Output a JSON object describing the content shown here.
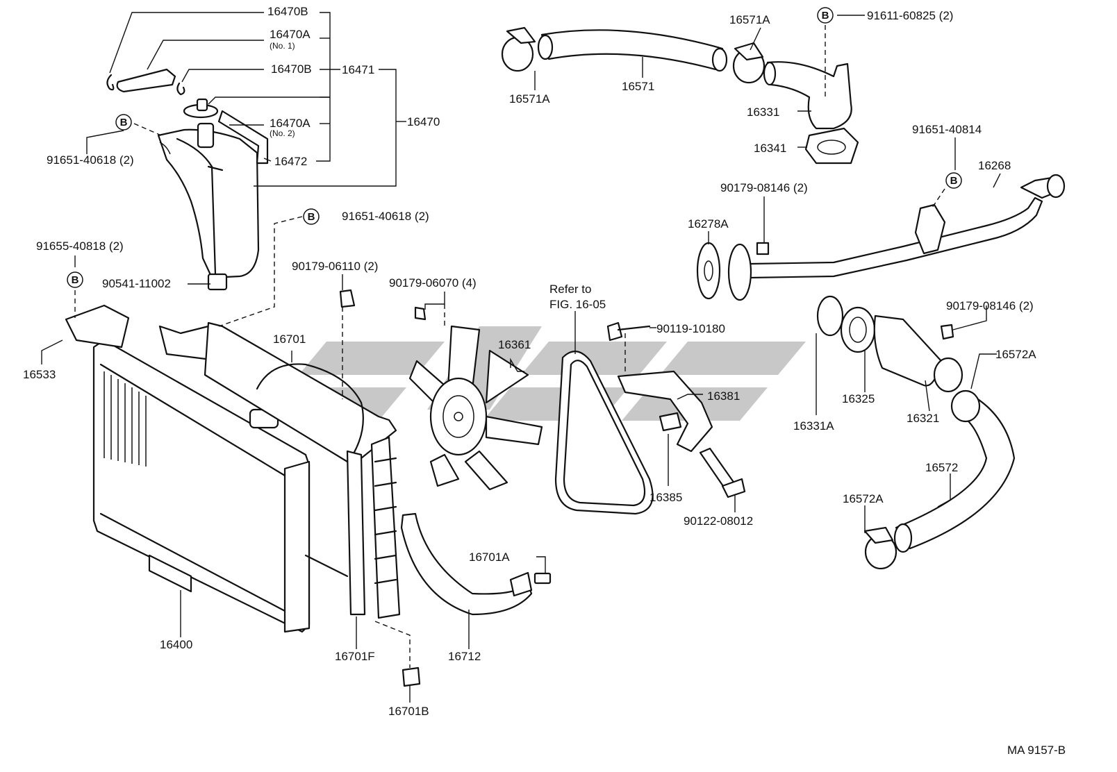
{
  "figure_code": "MA  9157-B",
  "mark_letter": "B",
  "labels": {
    "p16470B_top": "16470B",
    "p16470A_no1": "16470A",
    "no1": "(No. 1)",
    "p16470B_mid": "16470B",
    "p16471": "16471",
    "p16470A_no2": "16470A",
    "no2": "(No. 2)",
    "p16470": "16470",
    "p16472": "16472",
    "p91651_40618_a": "91651-40618 (2)",
    "p91651_40618_b": "91651-40618 (2)",
    "p91655_40818": "91655-40818 (2)",
    "p90541_11002": "90541-11002",
    "p16533": "16533",
    "p90179_06110": "90179-06110 (2)",
    "p90179_06070": "90179-06070 (4)",
    "p16701": "16701",
    "p16361": "16361",
    "refer_to": "Refer to",
    "fig_ref": "FIG. 16-05",
    "p90119_10180": "90119-10180",
    "p16381": "16381",
    "p16385": "16385",
    "p90122_08012": "90122-08012",
    "p16571A_left": "16571A",
    "p16571": "16571",
    "p16571A_right": "16571A",
    "p91611_60825": "91611-60825 (2)",
    "p16331": "16331",
    "p16341": "16341",
    "p91651_40814": "91651-40814",
    "p16268": "16268",
    "p90179_08146_a": "90179-08146 (2)",
    "p16278A": "16278A",
    "p90179_08146_b": "90179-08146 (2)",
    "p16572A_top": "16572A",
    "p16331A": "16331A",
    "p16325": "16325",
    "p16321": "16321",
    "p16572": "16572",
    "p16572A_bottom": "16572A",
    "p16400": "16400",
    "p16701F": "16701F",
    "p16712": "16712",
    "p16701A": "16701A",
    "p16701B": "16701B"
  }
}
